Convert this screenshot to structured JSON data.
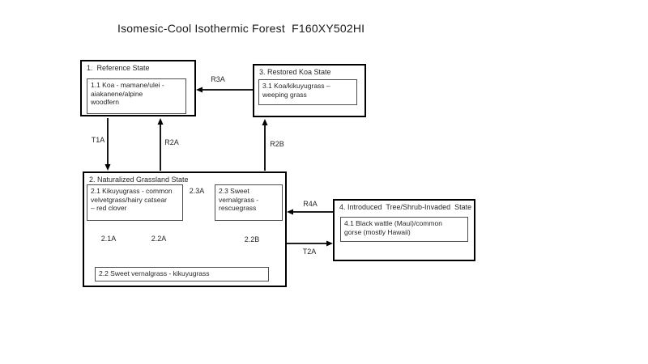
{
  "diagram": {
    "title": "Isomesic-Cool Isothermic Forest  F160XY502HI",
    "states": {
      "s1": {
        "title": "1.  Reference State",
        "communities": [
          "1.1 Koa - mamane/ulei -\naiakanene/alpine\nwoodfern"
        ]
      },
      "s3": {
        "title": "3. Restored Koa State",
        "communities": [
          "3.1 Koa/kikuyugrass –\nweeping grass"
        ]
      },
      "s2": {
        "title": "2. Naturalized Grassland State",
        "communities": [
          "2.1 Kikuyugrass - common\nvelvetgrass/hairy catsear\n– red clover",
          "2.3 Sweet\nvernalgrass -\nrescuegrass",
          "2.2 Sweet vernalgrass - kikuyugrass"
        ]
      },
      "s4": {
        "title": "4. Introduced  Tree/Shrub-Invaded  State",
        "communities": [
          "4.1  Black wattle (Maui)/common\ngorse (mostly Hawaii)"
        ]
      }
    },
    "transitions": {
      "t1a": "T1A",
      "r2a": "R2A",
      "r3a": "R3A",
      "r2b": "R2B",
      "r4a": "R4A",
      "t2a": "T2A",
      "t23a": "2.3A",
      "t21a": "2.1A",
      "t22a": "2.2A",
      "t22b": "2.2B"
    },
    "colors": {
      "background": "#ffffff",
      "line": "#000000",
      "state_border": "#000000",
      "community_border": "#4d4d4d",
      "text": "#1f1f1f"
    }
  }
}
